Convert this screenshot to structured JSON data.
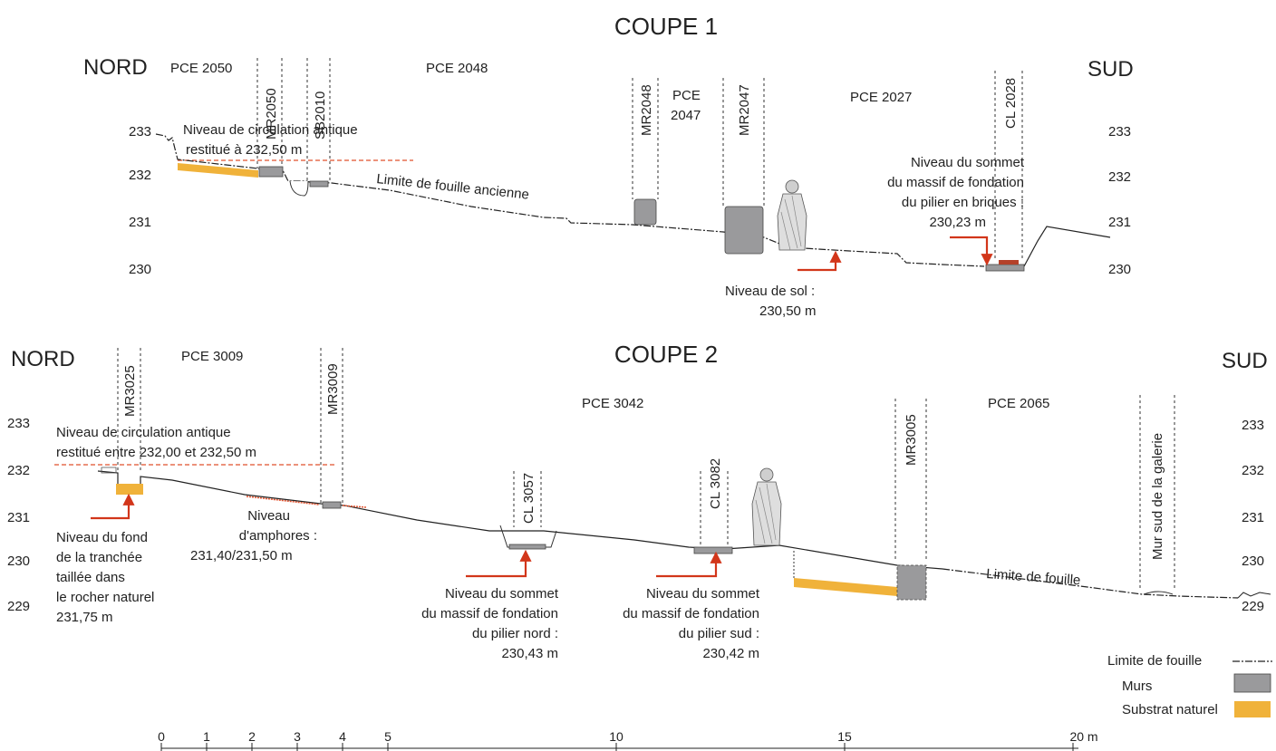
{
  "coupe1": {
    "title": "COUPE 1",
    "north": "NORD",
    "south": "SUD",
    "pce_2050": "PCE 2050",
    "pce_2048": "PCE 2048",
    "pce_2047_a": "PCE",
    "pce_2047_b": "2047",
    "pce_2027": "PCE 2027",
    "mr2050": "MR2050",
    "sb2010": "SB2010",
    "mr2048": "MR2048",
    "mr2047": "MR2047",
    "cl2028": "CL 2028",
    "circ_1": "Niveau de circulation antique",
    "circ_2": "restitué à 232,50 m",
    "fouille_ancienne": "Limite de fouille ancienne",
    "sommet_1": "Niveau du sommet",
    "sommet_2": "du massif de fondation",
    "sommet_3": "du pilier en briques :",
    "sommet_4": "230,23 m",
    "sol_1": "Niveau de sol :",
    "sol_2": "230,50 m",
    "elev": [
      "233",
      "232",
      "231",
      "230"
    ]
  },
  "coupe2": {
    "title": "COUPE 2",
    "north": "NORD",
    "south": "SUD",
    "pce_3009": "PCE 3009",
    "pce_3042": "PCE 3042",
    "pce_2065": "PCE 2065",
    "mr3025": "MR3025",
    "mr3009": "MR3009",
    "cl3057": "CL 3057",
    "cl3082": "CL 3082",
    "mr3005": "MR3005",
    "mur_sud": "Mur sud de la galerie",
    "circ_1": "Niveau de circulation antique",
    "circ_2": "restitué entre 232,00 et 232,50 m",
    "fond_1": "Niveau du fond",
    "fond_2": "de la tranchée",
    "fond_3": "taillée dans",
    "fond_4": "le rocher naturel",
    "fond_5": "231,75 m",
    "amph_1": "Niveau",
    "amph_2": "d'amphores :",
    "amph_3": "231,40/231,50 m",
    "nord_1": "Niveau du sommet",
    "nord_2": "du massif de fondation",
    "nord_3": "du pilier nord :",
    "nord_4": "230,43 m",
    "sud_1": "Niveau du sommet",
    "sud_2": "du massif de fondation",
    "sud_3": "du pilier sud :",
    "sud_4": "230,42 m",
    "limite": "Limite de fouille",
    "elev": [
      "233",
      "232",
      "231",
      "230",
      "229"
    ]
  },
  "legend": {
    "limite": "Limite de fouille",
    "murs": "Murs",
    "substrat": "Substrat naturel"
  },
  "scale": {
    "ticks": [
      "0",
      "1",
      "2",
      "3",
      "4",
      "5",
      "10",
      "15",
      "20 m"
    ]
  },
  "colors": {
    "red_arrow": "#d2361a",
    "wall": "#9a9a9c",
    "substrate": "#f0b23a",
    "dashed_red": "#e0502c"
  }
}
